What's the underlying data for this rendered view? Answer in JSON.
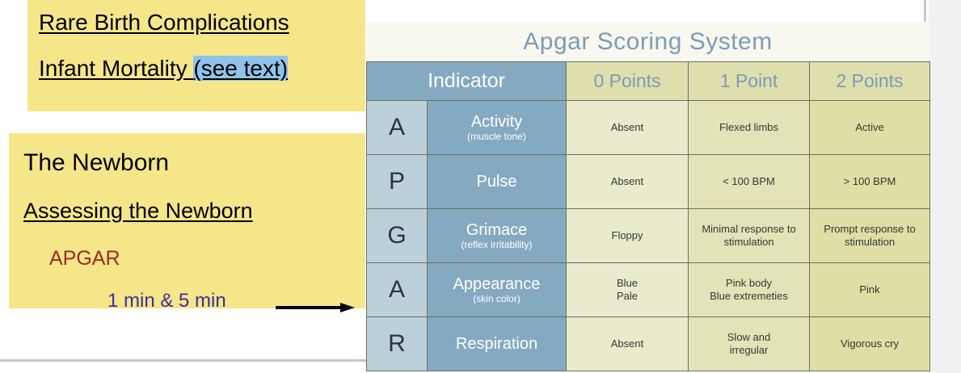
{
  "slide": {
    "highlight_color": "#f5e68a",
    "top_block": {
      "line1": "Rare Birth Complications",
      "line2_main": "Infant Mortality ",
      "line2_highlight": "(see text)",
      "highlight_color": "#8ec4eb"
    },
    "main_block": {
      "heading": "The Newborn",
      "subheading": "Assessing the Newborn",
      "bullet": "APGAR",
      "bullet_color": "#9e2a20",
      "detail": "1 min & 5 min",
      "detail_color": "#3c2f9e",
      "arrow": "arrow-right"
    }
  },
  "apgar": {
    "title": "Apgar Scoring System",
    "title_color": "#7c9cb6",
    "headers": {
      "indicator": "Indicator",
      "points": [
        "0 Points",
        "1 Point",
        "2 Points"
      ]
    },
    "rows": [
      {
        "letter": "A",
        "name": "Activity",
        "sub": "(muscle tone)",
        "p0": "Absent",
        "p1": "Flexed limbs",
        "p2": "Active"
      },
      {
        "letter": "P",
        "name": "Pulse",
        "sub": "",
        "p0": "Absent",
        "p1": "< 100 BPM",
        "p2": "> 100 BPM"
      },
      {
        "letter": "G",
        "name": "Grimace",
        "sub": "(reflex irritability)",
        "p0": "Floppy",
        "p1": "Minimal response to stimulation",
        "p2": "Prompt response to stimulation"
      },
      {
        "letter": "A",
        "name": "Appearance",
        "sub": "(skin color)",
        "p0": "Blue\nPale",
        "p1": "Pink body\nBlue extremeties",
        "p2": "Pink"
      },
      {
        "letter": "R",
        "name": "Respiration",
        "sub": "",
        "p0": "Absent",
        "p1": "Slow and\nirregular",
        "p2": "Vigorous cry"
      }
    ]
  }
}
